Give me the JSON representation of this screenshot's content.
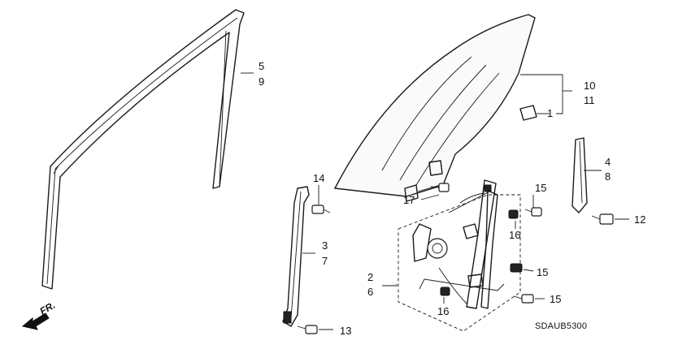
{
  "diagram": {
    "callouts": {
      "c5": "5",
      "c9": "9",
      "c10": "10",
      "c11": "11",
      "c1": "1",
      "c4": "4",
      "c8": "8",
      "c12": "12",
      "c14": "14",
      "c17": "17",
      "c15a": "15",
      "c16a": "16",
      "c3": "3",
      "c7": "7",
      "c2": "2",
      "c6": "6",
      "c15b": "15",
      "c15c": "15",
      "c16b": "16",
      "c13": "13"
    },
    "orientation_label": "FR.",
    "diagram_code": "SDAUB5300"
  }
}
